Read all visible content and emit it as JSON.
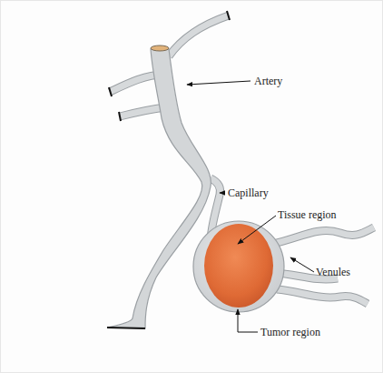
{
  "diagram": {
    "labels": [
      "Artery",
      "Capillary",
      "Tissue region",
      "Venules",
      "Tumor region"
    ]
  }
}
